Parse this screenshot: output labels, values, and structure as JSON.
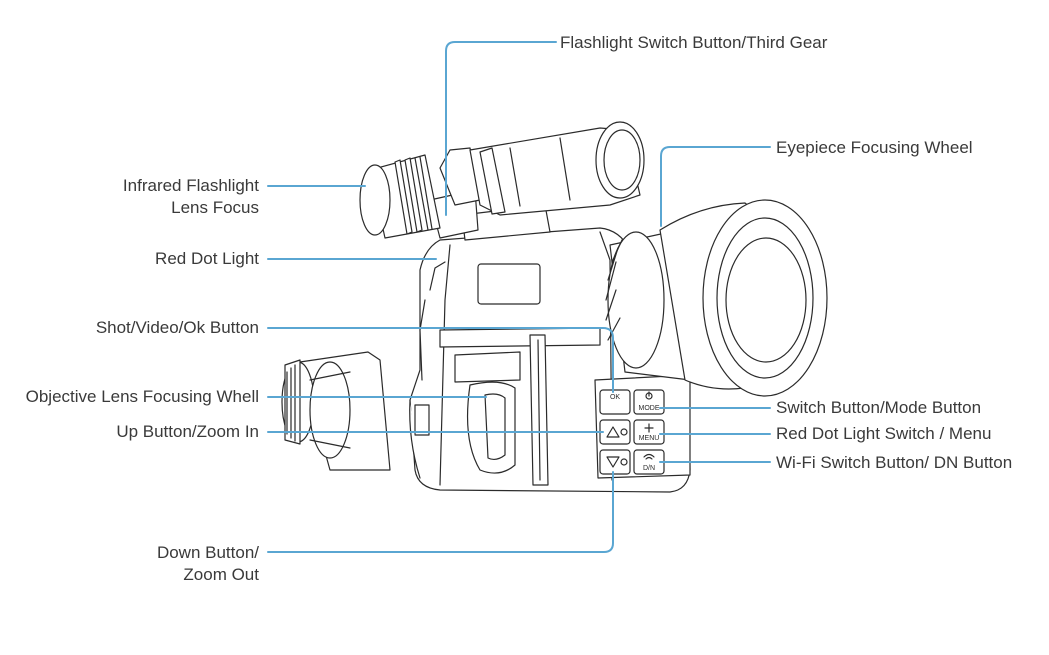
{
  "colors": {
    "leader": "#5aa6d2",
    "outline": "#2b2b2b",
    "text": "#3a3a3a",
    "background": "#ffffff"
  },
  "callouts": {
    "flashlight_switch": "Flashlight Switch Button/Third Gear",
    "eyepiece_focus": "Eyepiece Focusing Wheel",
    "ir_lens_focus": [
      "Infrared Flashlight",
      "Lens Focus"
    ],
    "red_dot_light": "Red Dot Light",
    "shot_video_ok": "Shot/Video/Ok Button",
    "objective_focus": "Objective Lens Focusing Whell",
    "up_zoom_in": "Up Button/Zoom In",
    "switch_mode": "Switch Button/Mode Button",
    "red_dot_switch_menu": "Red Dot Light Switch / Menu",
    "wifi_dn": "Wi-Fi Switch Button/ DN Button",
    "down_zoom_out": [
      "Down Button/",
      "Zoom Out"
    ]
  },
  "button_labels": {
    "ok": "OK",
    "mode": "MODE",
    "menu": "MENU",
    "dn": "D/N"
  }
}
